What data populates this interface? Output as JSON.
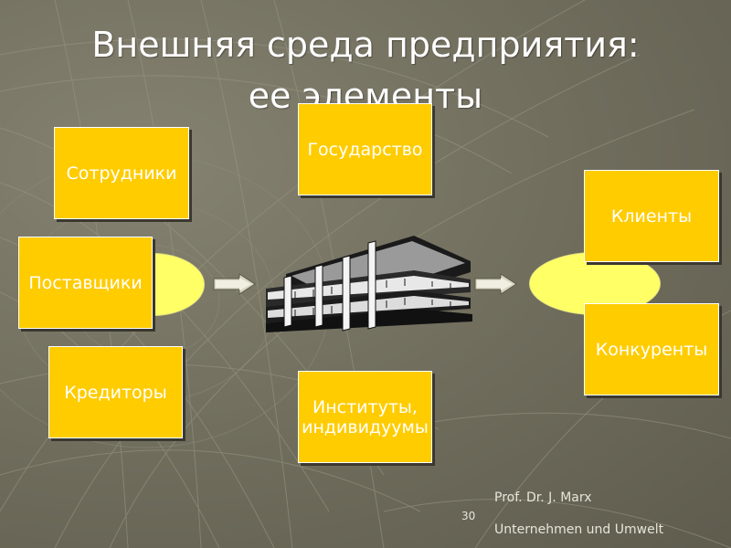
{
  "title": {
    "line1": "Внешняя среда предприятия:",
    "line2": "ее элементы"
  },
  "boxes": {
    "employees": "Сотрудники",
    "suppliers": "Поставщики",
    "creditors": "Кредиторы",
    "state": "Государство",
    "institutions": "Институты, индивидуумы",
    "clients": "Клиенты",
    "competitors": "Конкуренты"
  },
  "footer": {
    "author": "Prof. Dr. J. Marx",
    "course": "Unternehmen und Umwelt",
    "page": "30"
  },
  "icons": {
    "building": "building-icon",
    "arrow": "block-arrow-right-icon"
  },
  "colors": {
    "box_fill": "#ffcc00",
    "oval_fill": "#ffff66",
    "background": "#6f6c5c"
  }
}
